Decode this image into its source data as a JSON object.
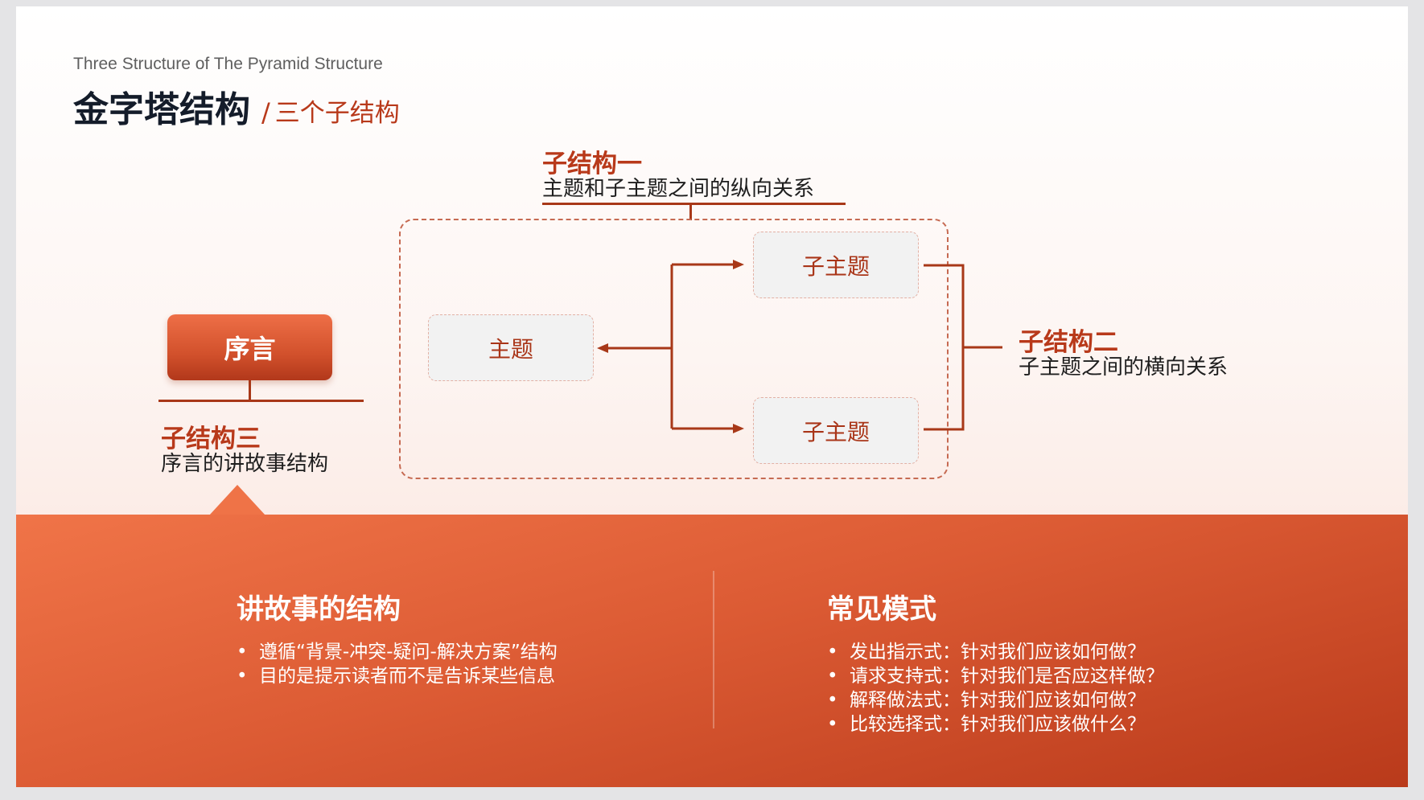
{
  "header": {
    "subtitle_en": "Three Structure of  The Pyramid Structure",
    "title": "金字塔结构",
    "separator": "/",
    "subtitle": "三个子结构"
  },
  "diagram": {
    "sub1": {
      "title": "子结构一",
      "desc": "主题和子主题之间的纵向关系"
    },
    "sub2": {
      "title": "子结构二",
      "desc": "子主题之间的横向关系"
    },
    "sub3": {
      "title": "子结构三",
      "desc": "序言的讲故事结构"
    },
    "main_topic": "主题",
    "subtopic_top": "子主题",
    "subtopic_bottom": "子主题",
    "preface": "序言",
    "colors": {
      "accent": "#b8391a",
      "line": "#a83818",
      "box_bg": "#f2f2f2"
    }
  },
  "panel": {
    "left": {
      "title": "讲故事的结构",
      "items": [
        "遵循“背景-冲突-疑问-解决方案”结构",
        "目的是提示读者而不是告诉某些信息"
      ]
    },
    "right": {
      "title": "常见模式",
      "items": [
        "发出指示式：针对我们应该如何做？",
        "请求支持式：针对我们是否应这样做？",
        "解释做法式：针对我们应该如何做？",
        "比较选择式：针对我们应该做什么？"
      ]
    },
    "colors": {
      "top": "#f07448",
      "bottom": "#b93a1b"
    }
  }
}
